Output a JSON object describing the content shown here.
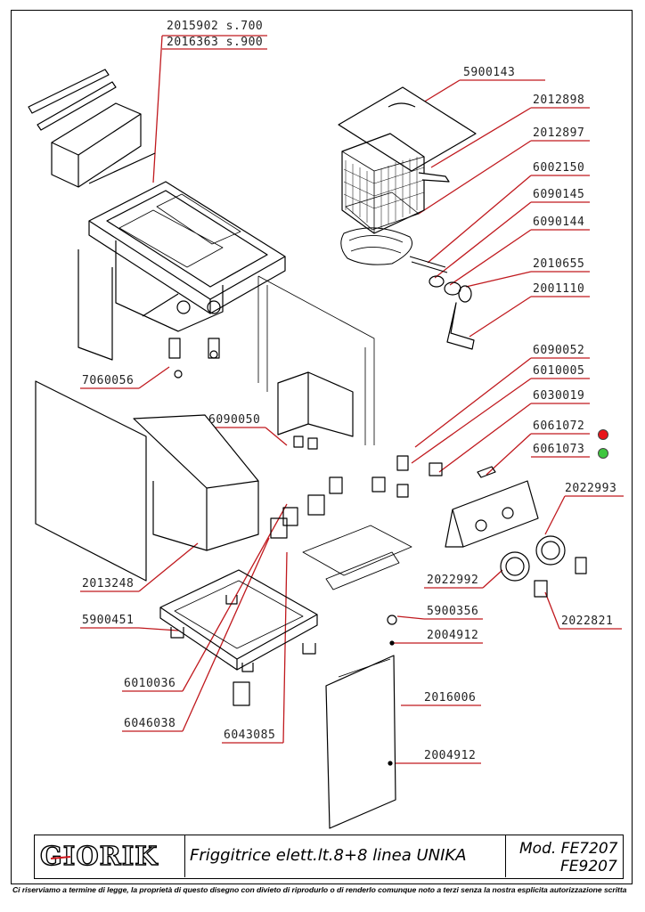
{
  "parts": {
    "p2015902": "2015902  s.700",
    "p2016363": "2016363  s.900",
    "p5900143": "5900143",
    "p2012898": "2012898",
    "p2012897": "2012897",
    "p6002150": "6002150",
    "p6090145": "6090145",
    "p6090144": "6090144",
    "p2010655": "2010655",
    "p2001110": "2001110",
    "p6090052": "6090052",
    "p6010005": "6010005",
    "p6030019": "6030019",
    "p6061072": "6061072",
    "p6061073": "6061073",
    "p2022993": "2022993",
    "p7060056": "7060056",
    "p6090050": "6090050",
    "p2013248": "2013248",
    "p5900451": "5900451",
    "p2022992": "2022992",
    "p5900356": "5900356",
    "p2004912a": "2004912",
    "p2022821": "2022821",
    "p6010036": "6010036",
    "p2016006": "2016006",
    "p6046038": "6046038",
    "p6043085": "6043085",
    "p2004912b": "2004912"
  },
  "indicator_colors": {
    "red": "#e8141b",
    "green": "#3ec63e"
  },
  "leader_color": "#c0191e",
  "title_block": {
    "logo_text": "GIORIK",
    "description": "Friggitrice  elett.lt.8+8  linea  UNIKA",
    "model_label": "Mod.  FE7207",
    "model_line2": "FE9207"
  },
  "disclaimer": "Ci riserviamo a termine di legge, la proprietà di questo disegno con divieto di riprodurlo o di renderlo comunque noto a terzi senza la nostra esplicita autorizzazione scritta"
}
